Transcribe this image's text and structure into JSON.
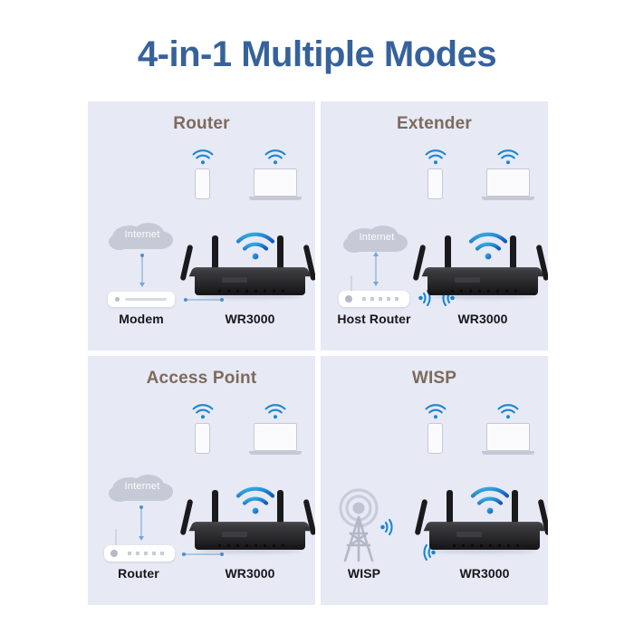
{
  "header": {
    "title": "4-in-1 Multiple Modes",
    "title_color": "#36629b"
  },
  "theme": {
    "panel_bg": "#e7e9f5",
    "page_bg": "#ffffff",
    "panel_title_color": "#7d6a5c",
    "device_label_color": "#16161a",
    "wifi_accent": "#1b86d0",
    "link_line_color": "#a9c6e3",
    "cloud_color": "#c6c9d6"
  },
  "panels": [
    {
      "id": "router",
      "title": "Router",
      "source": {
        "label": "Modem",
        "icon": "modem-icon"
      },
      "cloud_label": "Internet",
      "has_cloud": true,
      "link_type": "wired",
      "device": {
        "label": "WR3000",
        "icon": "router-wr3000-icon"
      },
      "clients": [
        {
          "name": "smartphone-client",
          "wifi": "wifi-icon"
        },
        {
          "name": "laptop-client",
          "wifi": "wifi-icon"
        }
      ]
    },
    {
      "id": "extender",
      "title": "Extender",
      "source": {
        "label": "Host Router",
        "icon": "host-router-icon"
      },
      "cloud_label": "Internet",
      "has_cloud": true,
      "link_type": "wireless",
      "device": {
        "label": "WR3000",
        "icon": "router-wr3000-icon"
      },
      "clients": [
        {
          "name": "smartphone-client",
          "wifi": "wifi-icon"
        },
        {
          "name": "laptop-client",
          "wifi": "wifi-icon"
        }
      ]
    },
    {
      "id": "access-point",
      "title": "Access Point",
      "source": {
        "label": "Router",
        "icon": "router-icon"
      },
      "cloud_label": "Internet",
      "has_cloud": true,
      "link_type": "wired",
      "device": {
        "label": "WR3000",
        "icon": "router-wr3000-icon"
      },
      "clients": [
        {
          "name": "smartphone-client",
          "wifi": "wifi-icon"
        },
        {
          "name": "laptop-client",
          "wifi": "wifi-icon"
        }
      ]
    },
    {
      "id": "wisp",
      "title": "WISP",
      "source": {
        "label": "WISP",
        "icon": "cell-tower-icon"
      },
      "cloud_label": "",
      "has_cloud": false,
      "link_type": "wireless",
      "device": {
        "label": "WR3000",
        "icon": "router-wr3000-icon"
      },
      "clients": [
        {
          "name": "smartphone-client",
          "wifi": "wifi-icon"
        },
        {
          "name": "laptop-client",
          "wifi": "wifi-icon"
        }
      ]
    }
  ]
}
